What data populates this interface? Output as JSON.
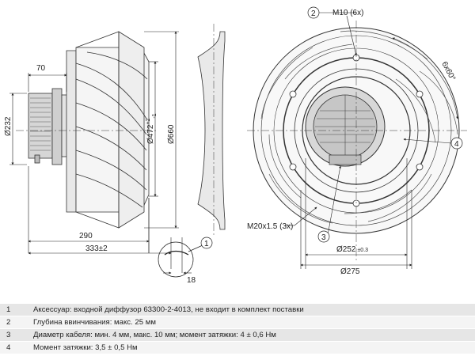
{
  "drawing": {
    "dim_70": "70",
    "dim_232": "Ø232",
    "dim_472": "Ø472",
    "dim_472_tol": "+2",
    "dim_472_tol2": "-1",
    "dim_660": "Ø660",
    "dim_290": "290",
    "dim_333": "333±2",
    "dim_18": "18",
    "callout_1": "1",
    "callout_2": "2",
    "callout_3": "3",
    "callout_4": "4",
    "m10": "M10 (6x)",
    "angle": "6x60°",
    "m20": "M20x1.5 (3x)",
    "dim_252": "Ø252",
    "dim_252_tol": "±0.3",
    "dim_275": "Ø275"
  },
  "legend": [
    {
      "num": "1",
      "text": "Аксессуар: входной диффузор 63300-2-4013, не входит в комплект поставки"
    },
    {
      "num": "2",
      "text": "Глубина ввинчивания: макс. 25 мм"
    },
    {
      "num": "3",
      "text": "Диаметр кабеля: мин. 4 мм, макс. 10 мм; момент затяжки: 4 ± 0,6 Нм"
    },
    {
      "num": "4",
      "text": "Момент затяжки: 3,5 ± 0,5 Нм"
    }
  ]
}
